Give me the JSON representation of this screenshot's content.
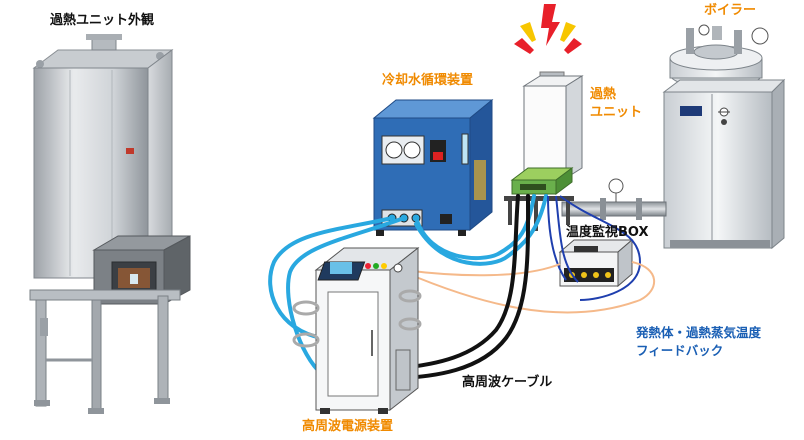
{
  "photo": {
    "caption": "過熱ユニット外観"
  },
  "labels": {
    "cooling": "冷却水循環装置",
    "superheat_line1": "過熱",
    "superheat_line2": "ユニット",
    "boiler": "ボイラー",
    "temp_box": "温度監視BOX",
    "feedback_line1": "発熱体・過熱蒸気温度",
    "feedback_line2": "フィードバック",
    "cable": "高周波ケーブル",
    "power": "高周波電源装置"
  },
  "colors": {
    "label_orange": "#f08a00",
    "label_black": "#111111",
    "label_blue": "#1a5fb4",
    "water_hose": "#29a8e0",
    "hf_cable": "#111111",
    "sensor_wire_orange": "#f5b98a",
    "sensor_wire_blue": "#1f3fae",
    "cooling_body": "#2f6db6",
    "unit_heater": "#6ab04c",
    "spark_red": "#e8202a",
    "spark_yellow": "#f7c600"
  }
}
